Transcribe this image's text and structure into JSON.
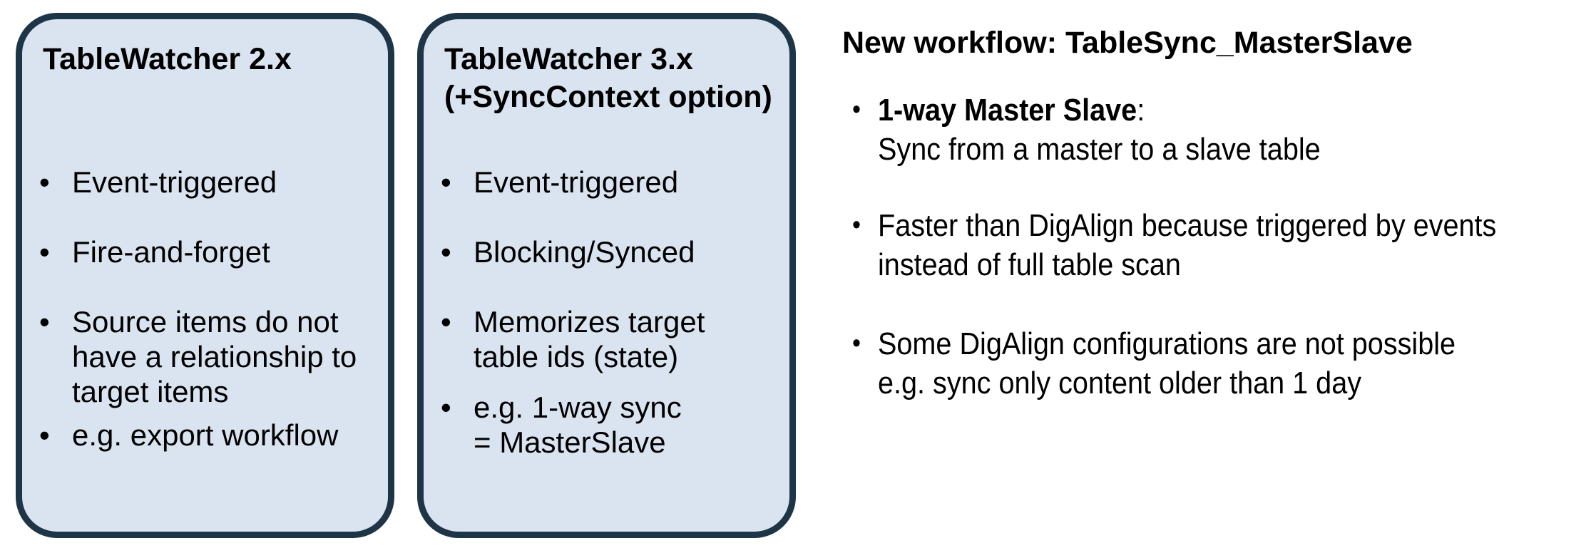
{
  "bullet_char": "•",
  "colors": {
    "background": "#ffffff",
    "box_fill": "#dae4f0",
    "box_border": "#1e3447",
    "text": "#000000"
  },
  "boxes": [
    {
      "title_line1": "TableWatcher 2.x",
      "title_line2": "",
      "bullets": [
        {
          "lines": [
            "Event-triggered"
          ]
        },
        {
          "lines": [
            "Fire-and-forget"
          ]
        },
        {
          "lines": [
            "Source items do not",
            "have a relationship to",
            "target items"
          ]
        },
        {
          "lines": [
            "e.g. export workflow"
          ]
        }
      ]
    },
    {
      "title_line1": "TableWatcher 3.x",
      "title_line2": "(+SyncContext option)",
      "bullets": [
        {
          "lines": [
            "Event-triggered"
          ]
        },
        {
          "lines": [
            "Blocking/Synced"
          ]
        },
        {
          "lines": [
            "Memorizes target",
            "table ids (state)"
          ]
        },
        {
          "lines": [
            "e.g. 1-way sync",
            "= MasterSlave"
          ]
        }
      ]
    }
  ],
  "right": {
    "title": "New workflow: TableSync_MasterSlave",
    "bullets": [
      {
        "line1_bold": "1-way Master Slave",
        "line1_rest": ":",
        "line2": "Sync from a master to a slave table"
      },
      {
        "line1": "Faster than DigAlign because triggered by events",
        "line2": "instead of full table scan"
      },
      {
        "line1": "Some DigAlign configurations are not possible",
        "line2": "e.g. sync only content older than 1 day"
      }
    ]
  }
}
